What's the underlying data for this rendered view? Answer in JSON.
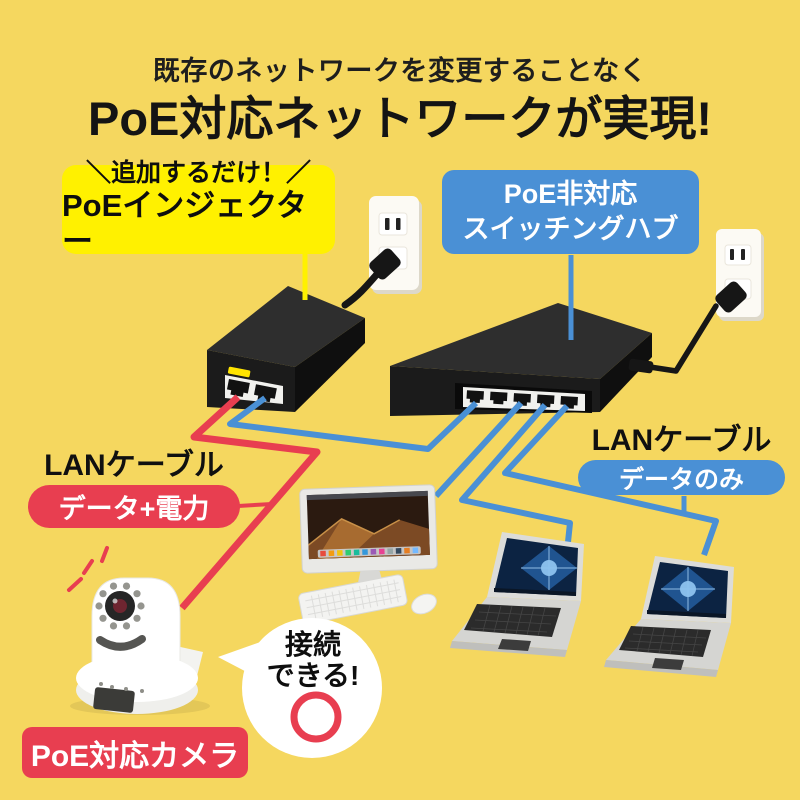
{
  "title": {
    "line1": "既存のネットワークを変更することなく",
    "line2": "PoE対応ネットワークが実現!"
  },
  "injector_label": {
    "line1": "＼追加するだけ！／",
    "line2": "PoEインジェクター"
  },
  "hub_label": {
    "line1": "PoE非対応",
    "line2": "スイッチングハブ"
  },
  "lan_left": {
    "title": "LANケーブル",
    "badge": "データ+電力"
  },
  "lan_right": {
    "title": "LANケーブル",
    "badge": "データのみ"
  },
  "camera_label": "PoE対応カメラ",
  "bubble": {
    "line1": "接続",
    "line2": "できる!",
    "mark_icon": "ok-circle"
  },
  "colors": {
    "background": "#f5d75f",
    "highlight_yellow": "#fff100",
    "blue": "#4a90d5",
    "red": "#e83e50",
    "device_black": "#1b1b1b",
    "text_dark": "#1e1e1e",
    "white": "#ffffff"
  }
}
